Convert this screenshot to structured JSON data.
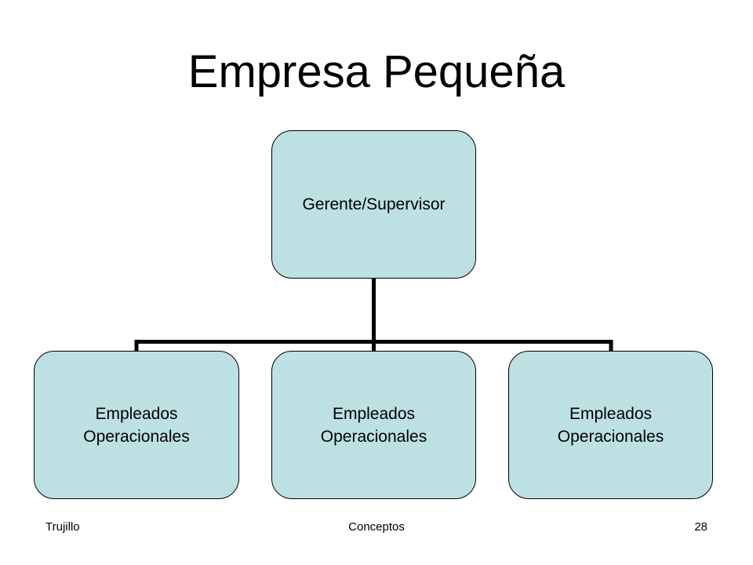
{
  "slide": {
    "title": "Empresa Pequeña"
  },
  "org_chart": {
    "root": {
      "label": "Gerente/Supervisor"
    },
    "children": [
      {
        "label": "Empleados\nOperacionales"
      },
      {
        "label": "Empleados\nOperacionales"
      },
      {
        "label": "Empleados\nOperacionales"
      }
    ]
  },
  "colors": {
    "node_fill": "#bde0e3",
    "node_border": "#000000",
    "connector": "#000000"
  },
  "footer": {
    "left": "Trujillo",
    "center": "Conceptos",
    "page_number": "28"
  }
}
